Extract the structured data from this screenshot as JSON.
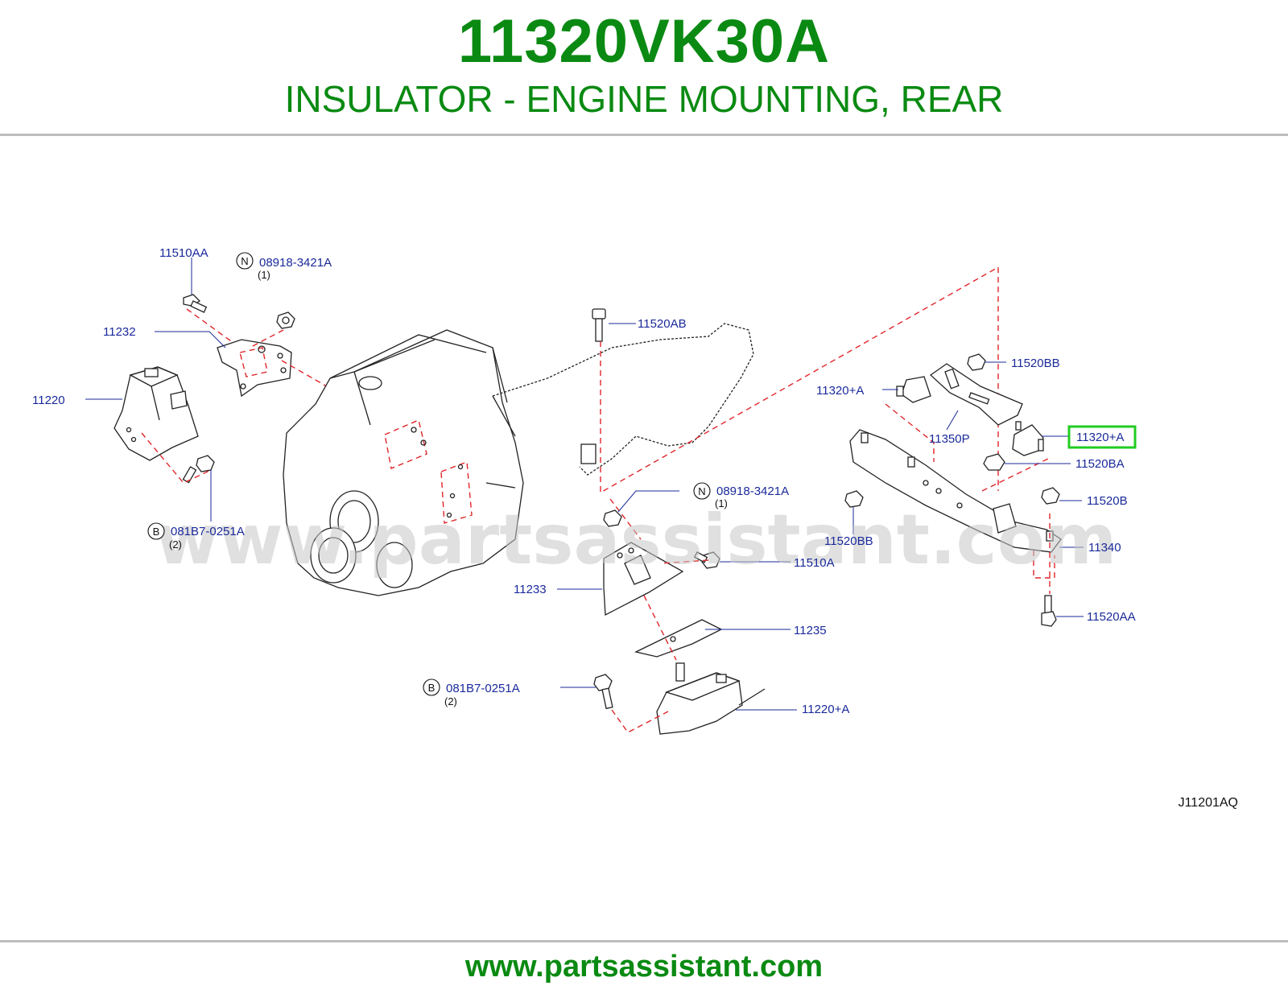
{
  "header": {
    "part_number": "11320VK30A",
    "part_name": "INSULATOR - ENGINE MOUNTING, REAR"
  },
  "diagram": {
    "code": "J11201AQ",
    "watermark": "www.partsassistant.com",
    "highlight_color": "#22cc22",
    "label_color": "#1a2a9a",
    "dash_color": "#e0262a",
    "callouts": [
      {
        "id": "11510AA",
        "text": "11510AA"
      },
      {
        "id": "08918-3421A-top",
        "text": "08918-3421A",
        "prefix": "N",
        "qty": "(1)"
      },
      {
        "id": "11232",
        "text": "11232"
      },
      {
        "id": "11220",
        "text": "11220"
      },
      {
        "id": "081B7-0251A-left",
        "text": "081B7-0251A",
        "prefix": "B",
        "qty": "(2)"
      },
      {
        "id": "11520AB",
        "text": "11520AB"
      },
      {
        "id": "08918-3421A-mid",
        "text": "08918-3421A",
        "prefix": "N",
        "qty": "(1)"
      },
      {
        "id": "11510A",
        "text": "11510A"
      },
      {
        "id": "11233",
        "text": "11233"
      },
      {
        "id": "11235",
        "text": "11235"
      },
      {
        "id": "081B7-0251A-bottom",
        "text": "081B7-0251A",
        "prefix": "B",
        "qty": "(2)"
      },
      {
        "id": "11220+A",
        "text": "11220+A"
      },
      {
        "id": "11520BB-top",
        "text": "11520BB"
      },
      {
        "id": "11320+A-left",
        "text": "11320+A"
      },
      {
        "id": "11350P",
        "text": "11350P"
      },
      {
        "id": "11320+A-highlight",
        "text": "11320+A",
        "highlighted": true
      },
      {
        "id": "11520BA",
        "text": "11520BA"
      },
      {
        "id": "11520B",
        "text": "11520B"
      },
      {
        "id": "11520BB-bottom",
        "text": "11520BB"
      },
      {
        "id": "11340",
        "text": "11340"
      },
      {
        "id": "11520AA",
        "text": "11520AA"
      }
    ]
  },
  "footer": {
    "url": "www.partsassistant.com"
  }
}
